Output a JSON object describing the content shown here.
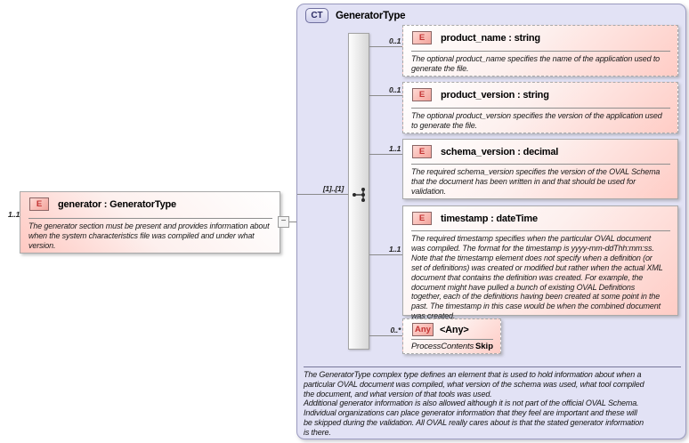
{
  "diagram": {
    "root": {
      "badge": "E",
      "cardinality": "1..1",
      "title": "generator : GeneratorType",
      "description": "The generator section must be present and provides information about\nwhen the system characteristics file was compiled and under what\nversion."
    },
    "connector": {
      "toggle": "−",
      "compositor_cardinality": "[1]..[1]",
      "compositor_icon": "sequence-icon"
    },
    "ct": {
      "badge": "CT",
      "title": "GeneratorType",
      "children": [
        {
          "badge": "E",
          "cardinality": "0..1",
          "title": "product_name : string",
          "description": "The optional product_name specifies the name of the application used to\ngenerate the file."
        },
        {
          "badge": "E",
          "cardinality": "0..1",
          "title": "product_version : string",
          "description": "The optional product_version specifies the version of the application used\nto generate the file."
        },
        {
          "badge": "E",
          "cardinality": "1..1",
          "title": "schema_version : decimal",
          "description": "The required schema_version specifies the version of the OVAL Schema\nthat the document has been written in and that should be used for\nvalidation."
        },
        {
          "badge": "E",
          "cardinality": "1..1",
          "title": "timestamp : dateTime",
          "description": "The required timestamp specifies when the particular OVAL document\nwas compiled. The format for the timestamp is yyyy-mm-ddThh:mm:ss.\nNote that the timestamp element does not specify when a definition (or\nset of definitions) was created or modified but rather when the actual XML\ndocument that contains the definition was created. For example, the\ndocument might have pulled a bunch of existing OVAL Definitions\ntogether, each of the definitions having been created at some point in the\npast. The timestamp in this case would be when the combined document\nwas created."
        },
        {
          "badge": "Any",
          "cardinality": "0..*",
          "title": "<Any>",
          "process_contents_label": "ProcessContents",
          "process_contents_value": "Skip"
        }
      ],
      "annotation": "The GeneratorType complex type defines an element that is used to hold information about when a\nparticular OVAL document was compiled, what version of the schema was used, what tool compiled\nthe document, and what version of that tools was used.\nAdditional generator information is also allowed although it is not part of the official OVAL Schema.\nIndividual organizations can place generator information that they feel are important and these will\nbe skipped during the validation. All OVAL really cares about is that the stated generator information\nis there."
    },
    "colors": {
      "ct_fill": "#e2e2f5",
      "ct_border": "#9b9bc0",
      "element_pink": "#ffccc5",
      "element_border": "#a9a9a9",
      "badge_red": "#c23232",
      "connector_line": "#8a8a8a"
    }
  }
}
